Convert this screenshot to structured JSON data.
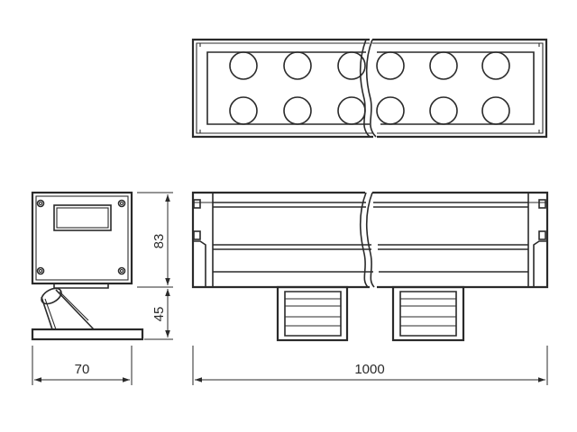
{
  "drawing": {
    "dimensions": {
      "width_side": "70",
      "height_body": "83",
      "height_bracket": "45",
      "length_total": "1000"
    },
    "led_count_visible": 12,
    "colors": {
      "line": "#2a2a2a",
      "background": "#ffffff"
    }
  }
}
